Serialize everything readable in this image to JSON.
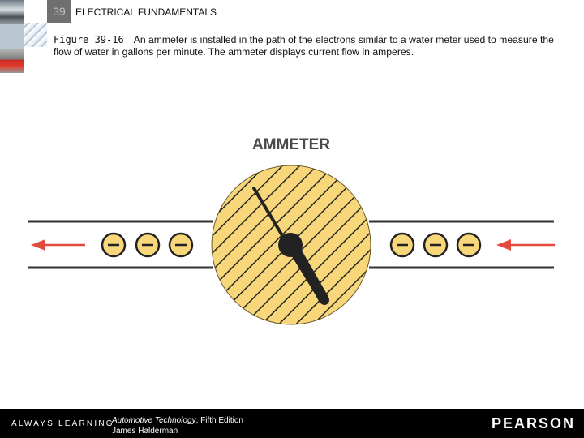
{
  "header": {
    "chapter_number": "39",
    "chapter_title": "ELECTRICAL FUNDAMENTALS"
  },
  "caption": {
    "label": "Figure 39-16",
    "text": "An ammeter is installed in the path of the electrons similar to a water meter used to measure the flow of water in gallons per minute. The ammeter displays current flow in amperes."
  },
  "figure": {
    "title": "AMMETER",
    "electron_symbol": "−",
    "colors": {
      "meter_fill": "#f7d77a",
      "meter_stripes": "#222222",
      "arrow": "#e24a3d",
      "wire": "#333333"
    }
  },
  "footer": {
    "tagline": "ALWAYS LEARNING",
    "book_title": "Automotive Technology",
    "edition": ", Fifth Edition",
    "author": "James Halderman",
    "brand": "PEARSON"
  }
}
